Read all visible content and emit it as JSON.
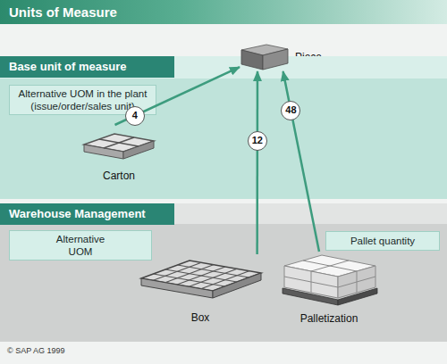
{
  "diagram": {
    "title": "Units of Measure",
    "nodes": [
      {
        "text": [
          "Piece"
        ]
      },
      {
        "text": [
          "Base unit of measure"
        ]
      },
      {
        "text": [
          "Alternative UOM in the plant (issue/order/sales unit)"
        ],
        "in": 1
      },
      {
        "text": [
          "Carton"
        ],
        "in": 1
      },
      {
        "text": [
          "Warehouse Management"
        ]
      },
      {
        "text": [
          "Alternative UOM"
        ],
        "in": 4
      },
      {
        "text": [
          "Pallet quantity"
        ],
        "in": 4
      },
      {
        "text": [
          "Box"
        ],
        "in": 4
      },
      {
        "text": [
          "Palletization"
        ],
        "in": 4
      }
    ],
    "edges": [
      {
        "from": 3,
        "to": 0,
        "arrow": "to",
        "label": "4"
      },
      {
        "from": 7,
        "to": 0,
        "arrow": "to",
        "label": "12"
      },
      {
        "from": 8,
        "to": 0,
        "arrow": "to",
        "label": "48"
      }
    ],
    "labels": [
      "© SAP AG 1999"
    ]
  }
}
